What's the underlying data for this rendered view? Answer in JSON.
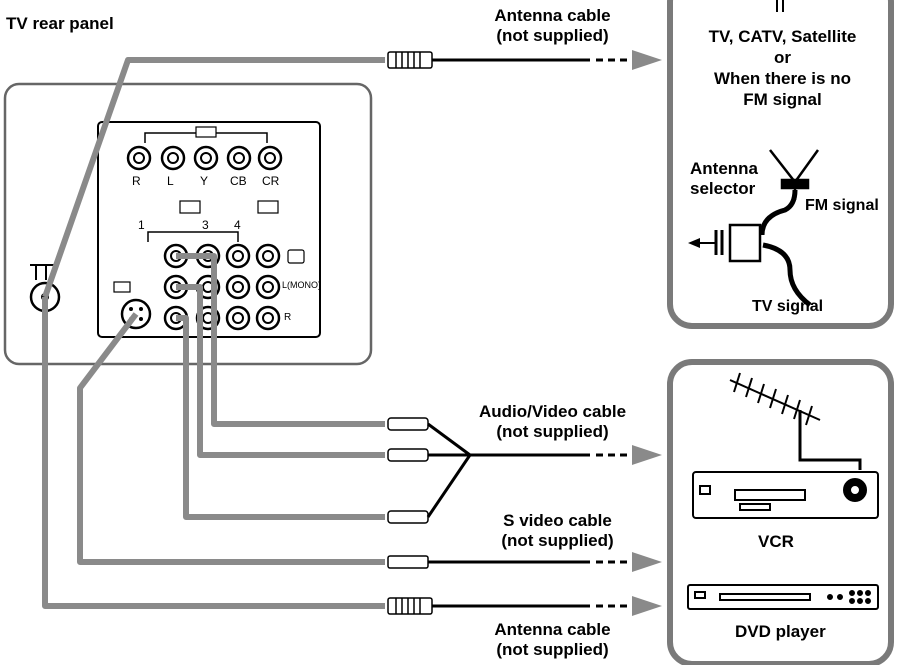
{
  "title": "TV rear panel",
  "connector_labels": {
    "top_row": [
      "R",
      "L",
      "Y",
      "CB",
      "CR"
    ],
    "input_numbers": [
      "1",
      "3",
      "4"
    ],
    "l_mono": "L(MONO)",
    "r": "R"
  },
  "cables": {
    "antenna_top": [
      "Antenna cable",
      "(not supplied)"
    ],
    "audio_video": [
      "Audio/Video cable",
      "(not supplied)"
    ],
    "s_video": [
      "S video cable",
      "(not supplied)"
    ],
    "antenna_bottom": [
      "Antenna cable",
      "(not supplied)"
    ]
  },
  "antenna_box": {
    "lines": [
      "TV, CATV, Satellite",
      "or",
      "When there is no",
      "FM signal"
    ],
    "selector": [
      "Antenna",
      "selector"
    ],
    "fm_signal": "FM signal",
    "tv_signal": "TV signal"
  },
  "devices": {
    "vcr": "VCR",
    "dvd": "DVD player"
  }
}
